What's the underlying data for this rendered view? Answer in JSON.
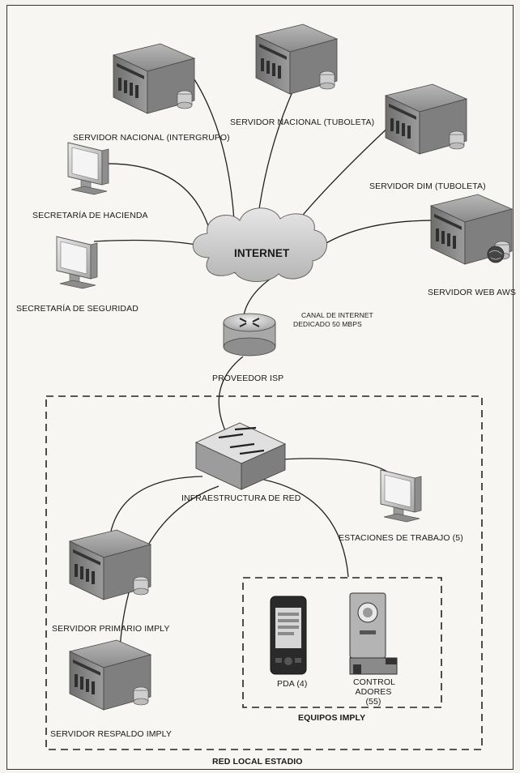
{
  "labels": {
    "servidor_nacional_intergrupo": "SERVIDOR NACIONAL (INTERGRUPO)",
    "servidor_nacional_tuboleta": "SERVIDOR NACIONAL (TUBOLETA)",
    "servidor_dim_tuboleta": "SERVIDOR DIM (TUBOLETA)",
    "servidor_web_aws": "SERVIDOR WEB AWS",
    "secretaria_hacienda": "SECRETARÍA DE HACIENDA",
    "secretaria_seguridad": "SECRETARÍA DE SEGURIDAD",
    "internet": "INTERNET",
    "canal_line1": "CANAL DE INTERNET",
    "canal_line2": "DEDICADO 50 MBPS",
    "proveedor_isp": "PROVEEDOR ISP",
    "infraestructura_red": "INFRAESTRUCTURA DE RED",
    "estaciones_trabajo": "ESTACIONES DE TRABAJO (5)",
    "servidor_primario": "SERVIDOR PRIMARIO IMPLY",
    "servidor_respaldo": "SERVIDOR RESPALDO IMPLY",
    "pda": "PDA (4)",
    "control_line1": "CONTROL",
    "control_line2": "ADORES",
    "control_line3": "(55)",
    "equipos_imply": "EQUIPOS IMPLY",
    "red_local_estadio": "RED LOCAL ESTADIO"
  },
  "colors": {
    "line": "#222222",
    "device_body": "#9a9a9a",
    "device_dark": "#5a5a5a",
    "cloud": "#cfcfcf"
  }
}
